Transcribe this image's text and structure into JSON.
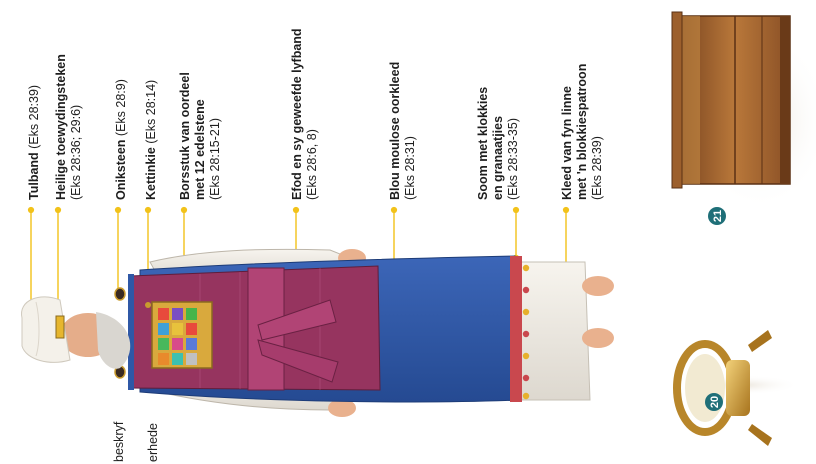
{
  "cut_text_left": [
    "beskryf",
    "erhede"
  ],
  "callouts": [
    {
      "title": "Tulband",
      "ref": "(Eks 28:39)"
    },
    {
      "title": "Heilige toewydingsteken",
      "ref": "(Eks 28:36; 29:6)"
    },
    {
      "title": "Oniksteen",
      "ref": "(Eks 28:9)"
    },
    {
      "title": "Kettinkie",
      "ref": "(Eks 28:14)"
    },
    {
      "title": "Borsstuk van oordeel",
      "title2": "met 12 edelstene",
      "ref": "(Eks 28:15-21)"
    },
    {
      "title": "Efod en sy geweefde lyfband",
      "ref": "(Eks 28:6, 8)"
    },
    {
      "title": "Blou moulose oorkleed",
      "ref": "(Eks 28:31)"
    },
    {
      "title": "Soom met klokkies",
      "title2": "en granaatjies",
      "ref": "(Eks 28:33-35)"
    },
    {
      "title": "Kleed van fyn linne",
      "title2": "met 'n blokkiespatroon",
      "ref": "(Eks 28:39)"
    }
  ],
  "badges": [
    "20",
    "21"
  ],
  "colors": {
    "accent_yellow": "#f2c21a",
    "badge_teal": "#1f6f78",
    "robe_blue": "#2f58a6",
    "ephod_purple": "#96345f",
    "gold": "#c99b2e",
    "wood": "#9c5f2c"
  }
}
